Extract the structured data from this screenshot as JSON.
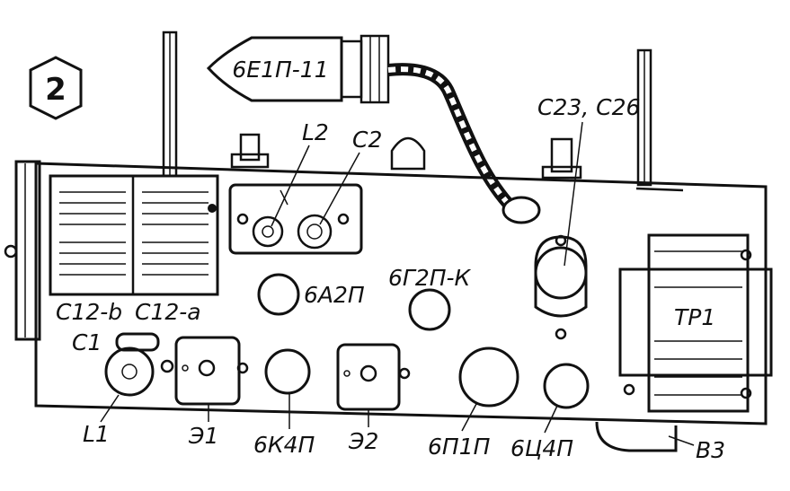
{
  "figure_number": "2",
  "colors": {
    "ink": "#111111",
    "paper": "#ffffff"
  },
  "labels": {
    "tube_top": "6Е1П-11",
    "l2": "L2",
    "c2": "C2",
    "c23_c26": "C23, C26",
    "c12b": "C12-b",
    "c12a": "C12-a",
    "c1": "C1",
    "l1": "L1",
    "e1": "Э1",
    "e2": "Э2",
    "t6a2p": "6А2П",
    "t6g2pk": "6Г2П-К",
    "t6k4p": "6К4П",
    "t6p1p": "6П1П",
    "t6c4p": "6Ц4П",
    "tr1": "ТР1",
    "v3": "В3"
  }
}
